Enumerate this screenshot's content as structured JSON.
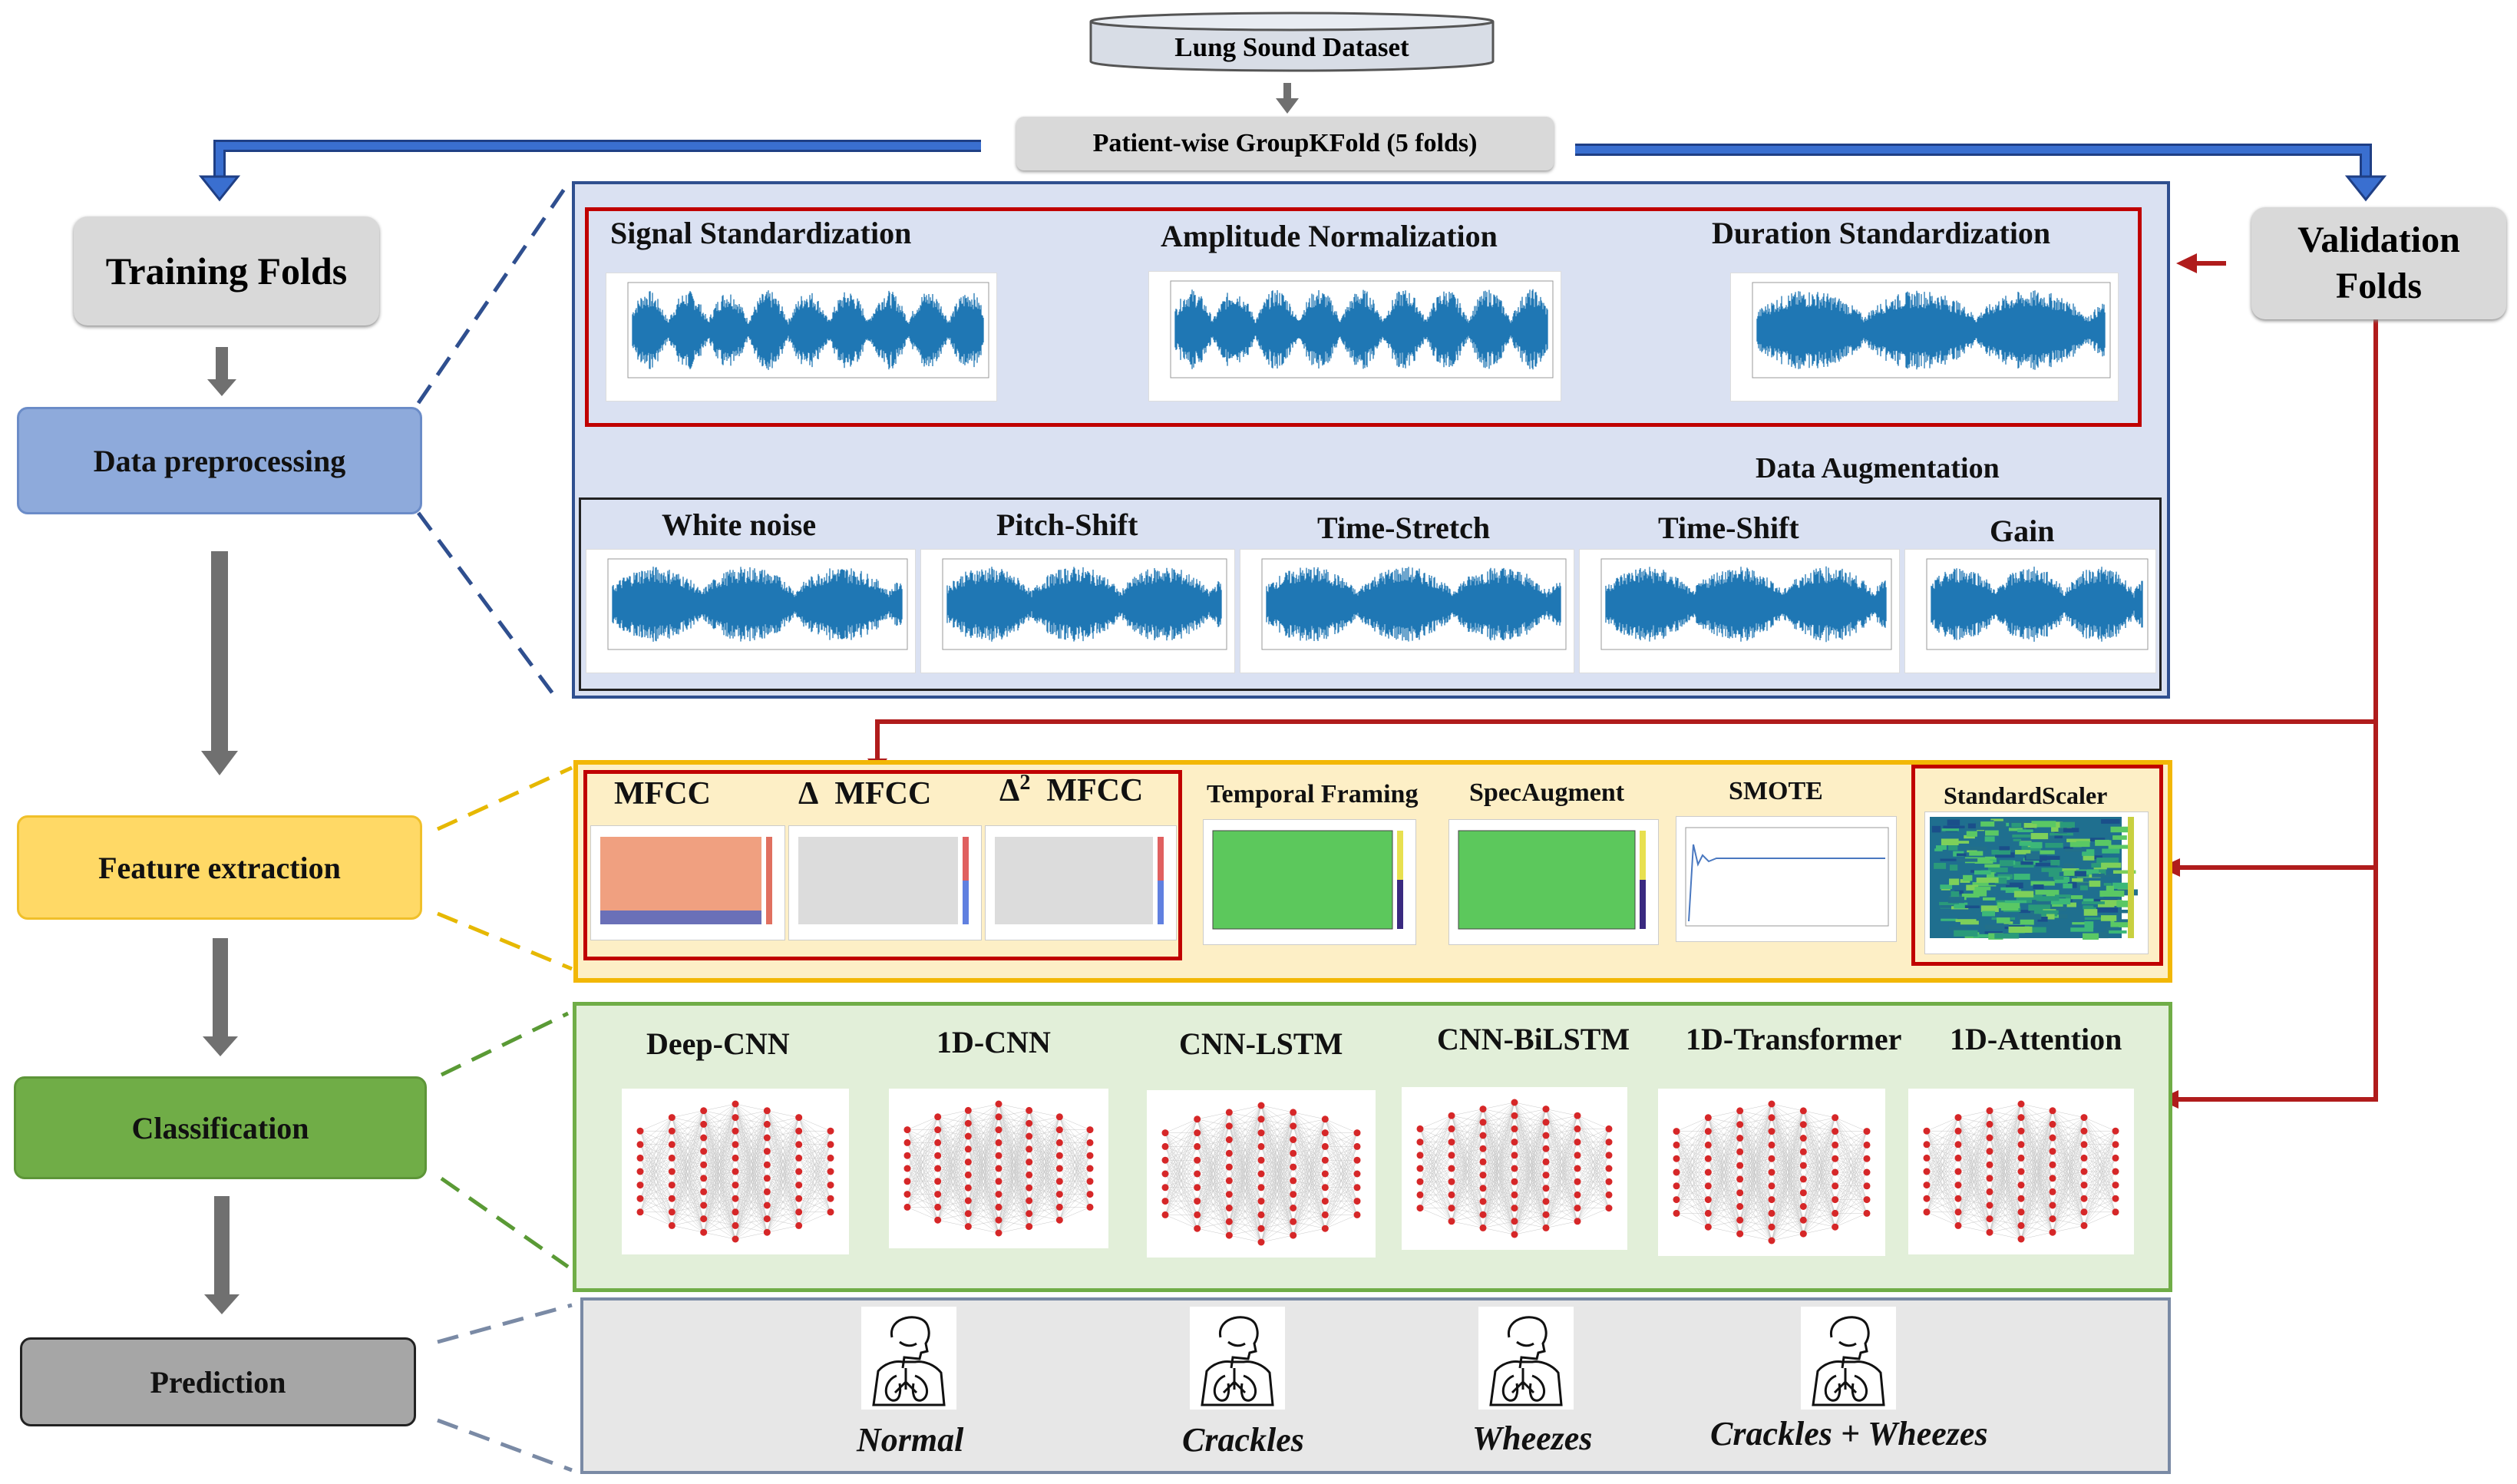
{
  "dataset": {
    "label": "Lung Sound Dataset"
  },
  "split": {
    "label": "Patient-wise GroupKFold (5 folds)"
  },
  "training": {
    "label": "Training Folds"
  },
  "validation": {
    "label_line1": "Validation",
    "label_line2": "Folds"
  },
  "stages": {
    "preprocessing": "Data preprocessing",
    "feature_extraction": "Feature extraction",
    "classification": "Classification",
    "prediction": "Prediction"
  },
  "preprocessing": {
    "steps": [
      "Signal Standardization",
      "Amplitude Normalization",
      "Duration Standardization"
    ],
    "augmentation_title": "Data Augmentation",
    "augmentations": [
      "White noise",
      "Pitch-Shift",
      "Time-Stretch",
      "Time-Shift",
      "Gain"
    ]
  },
  "features": {
    "mfcc": "MFCC",
    "delta_symbol": "Δ",
    "delta_mfcc": "MFCC",
    "delta2_symbol": "Δ",
    "delta2_sup": "2",
    "delta2_mfcc": "MFCC",
    "temporal": "Temporal Framing",
    "specaugment": "SpecAugment",
    "smote": "SMOTE",
    "scaler": "StandardScaler"
  },
  "models": [
    "Deep-CNN",
    "1D-CNN",
    "CNN-LSTM",
    "CNN-BiLSTM",
    "1D-Transformer",
    "1D-Attention"
  ],
  "outputs": [
    "Normal",
    "Crackles",
    "Wheezes",
    "Crackles + Wheezes"
  ],
  "colors": {
    "blue_arrow": "#2f5fb5",
    "red_arrow": "#b01c1c",
    "preproc_stage": "#8eaadb",
    "feature_stage": "#ffd966",
    "class_stage": "#70ad47",
    "predict_stage": "#a6a6a6",
    "preproc_panel": "#dae1f2",
    "feature_panel": "#fdefc6",
    "class_panel": "#e2efd9",
    "predict_panel": "#e7e7e7",
    "wave": "#1f77b4",
    "neuron": "#d62728"
  }
}
